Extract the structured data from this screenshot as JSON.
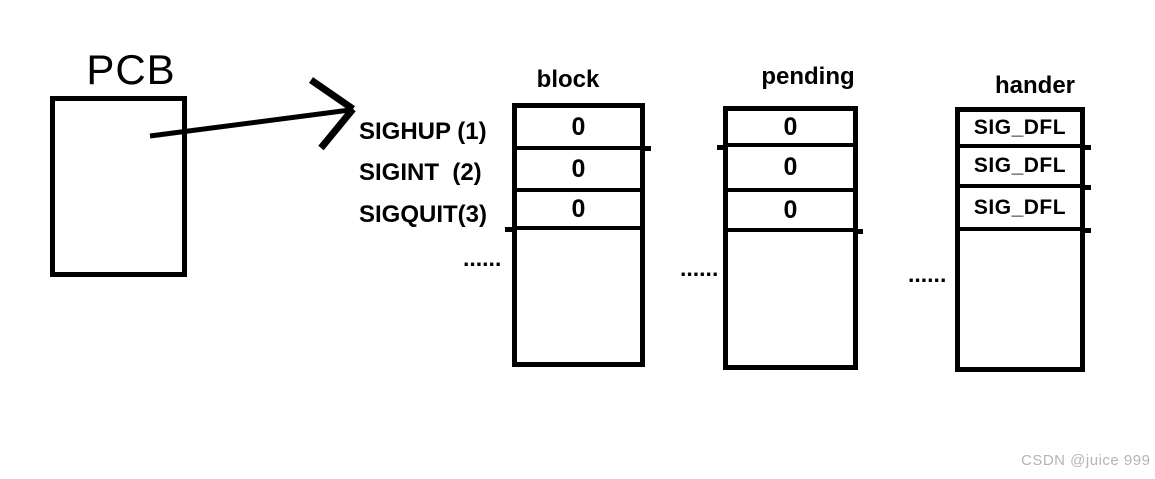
{
  "diagram": {
    "pcb": {
      "label": "PCB"
    },
    "signals": [
      {
        "label": "SIGHUP (1)"
      },
      {
        "label": "SIGINT  (2)"
      },
      {
        "label": "SIGQUIT(3)"
      }
    ],
    "columns": [
      {
        "key": "block",
        "header": "block",
        "rows": [
          "0",
          "0",
          "0"
        ],
        "ellipsis": "......"
      },
      {
        "key": "pending",
        "header": "pending",
        "rows": [
          "0",
          "0",
          "0"
        ],
        "ellipsis": "......"
      },
      {
        "key": "handler",
        "header": "hander",
        "rows": [
          "SIG_DFL",
          "SIG_DFL",
          "SIG_DFL"
        ],
        "ellipsis": "......"
      }
    ],
    "watermark": "CSDN @juice 999",
    "colors": {
      "ink": "#000000",
      "watermark": "#b5b5b9",
      "background": "#ffffff"
    }
  }
}
